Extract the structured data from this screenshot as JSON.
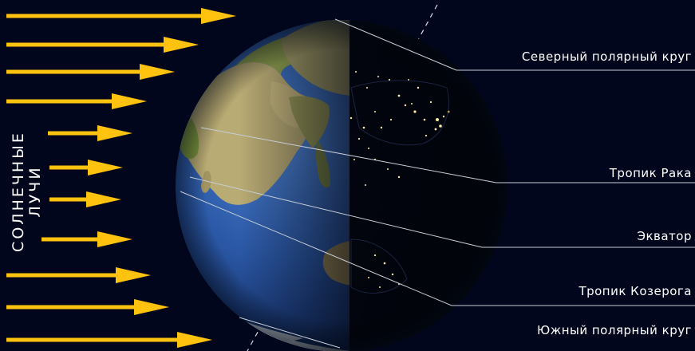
{
  "rays_label": {
    "line1": "СОЛНЕЧНЫЕ",
    "line2": "ЛУЧИ"
  },
  "circles": {
    "arctic": "Северный полярный круг",
    "cancer": "Тропик Рака",
    "equator": "Экватор",
    "capricorn": "Тропик Козерога",
    "antarctic": "Южный полярный круг"
  },
  "colors": {
    "background": "#02061c",
    "ray": "#ffc20e",
    "ocean": "#2d5aa8",
    "night": "#02040d",
    "city_lights": "#ffe9a6",
    "guide_line": "#c8cdd8"
  },
  "icons": {
    "ray": "arrow-right-icon",
    "globe": "earth-globe-icon"
  }
}
